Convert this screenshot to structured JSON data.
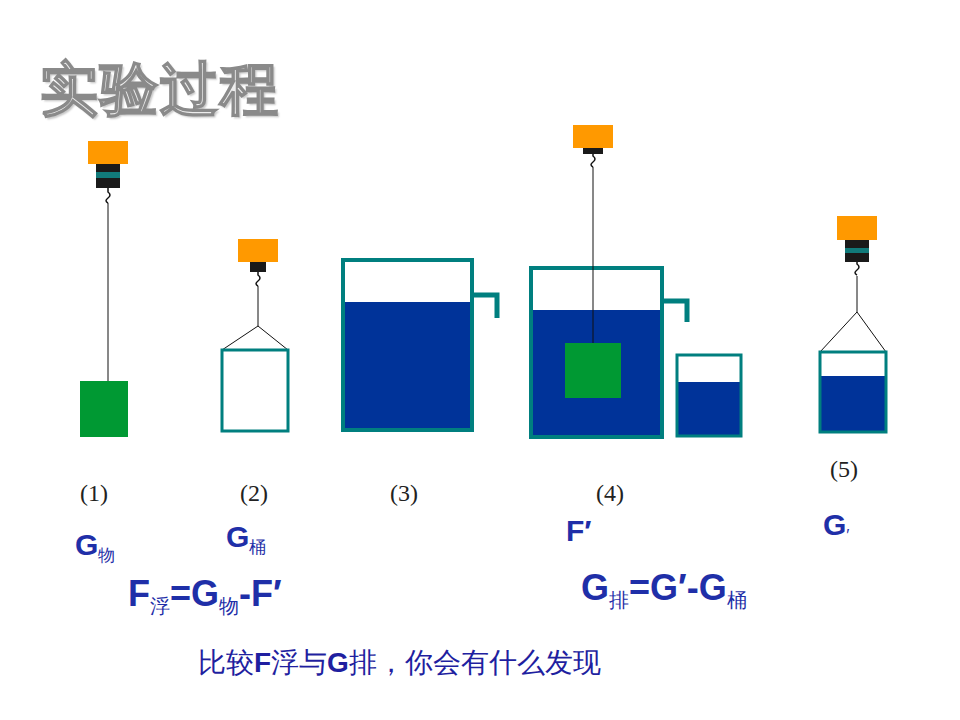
{
  "diagram": {
    "title": "实验过程",
    "caption": "比较F浮与G排，你会有什么发现",
    "labels": [
      "(1)",
      "(2)",
      "(3)",
      "(4)",
      "(5)",
      "G物",
      "G桶",
      "F′",
      "G′",
      "F浮=G物-F′",
      "G排=G′-G桶"
    ]
  }
}
